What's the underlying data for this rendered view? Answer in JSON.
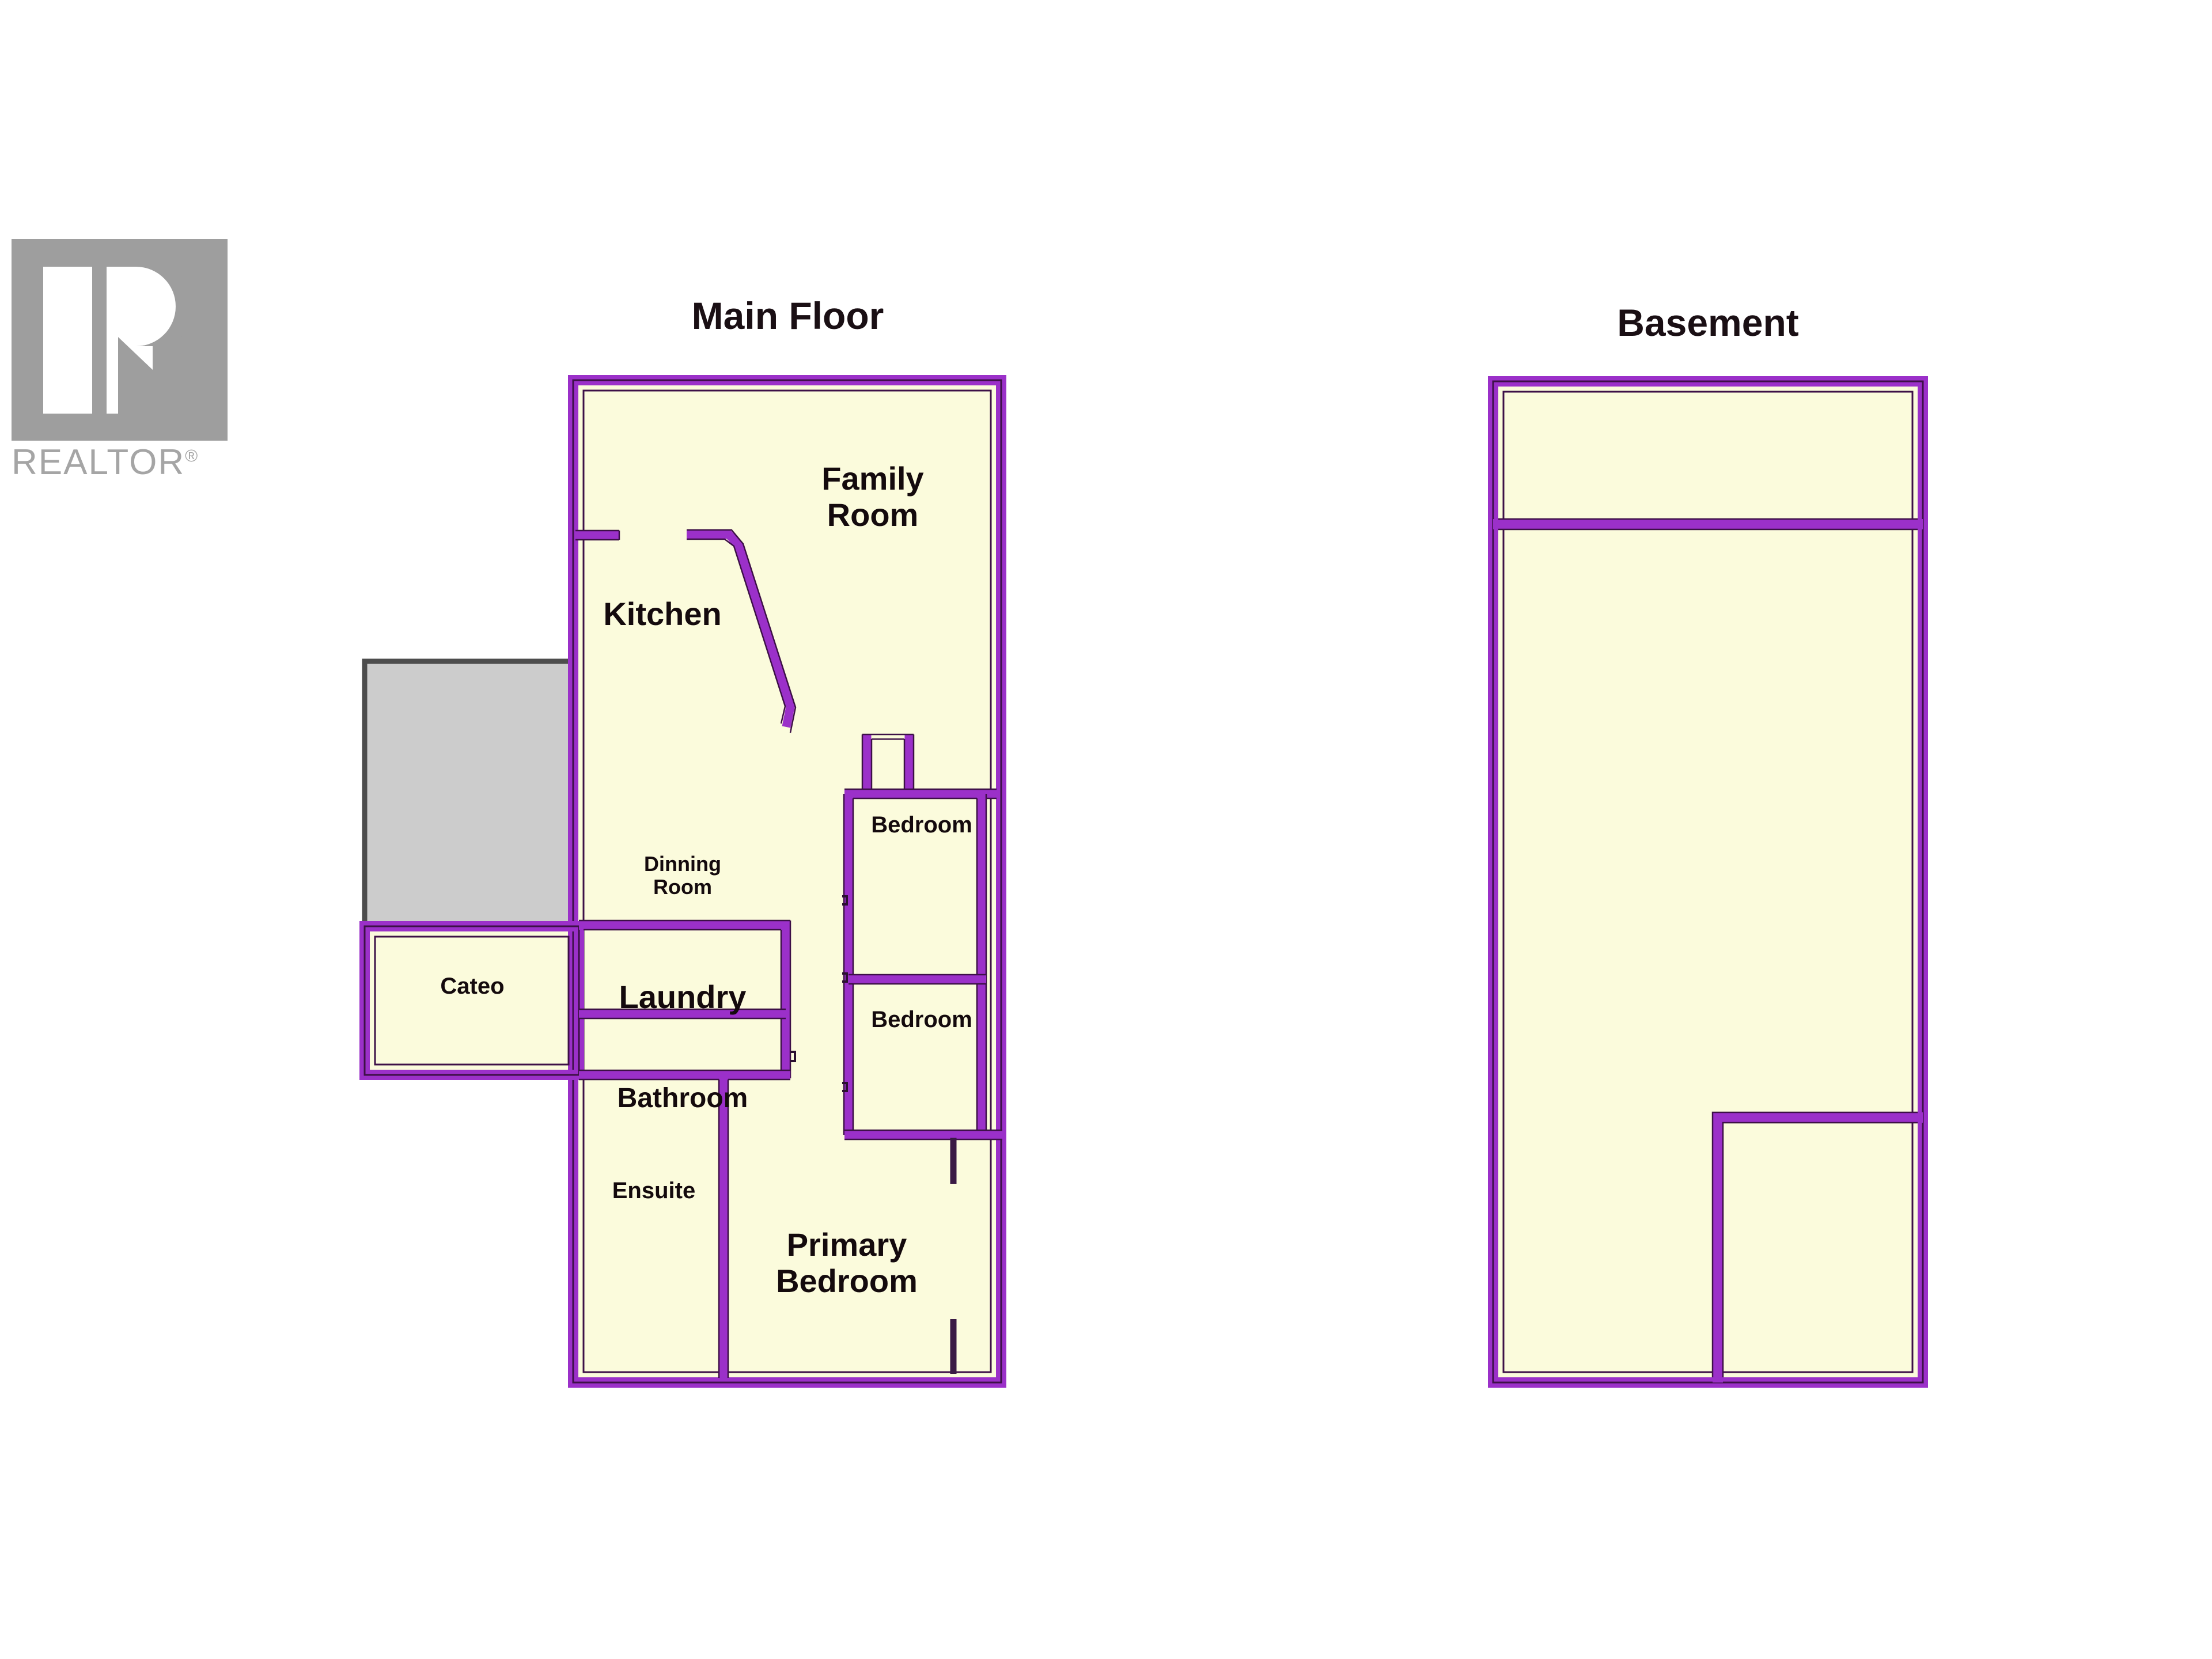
{
  "document": {
    "type": "real-estate-floor-plan",
    "background_color": "#ffffff"
  },
  "logo": {
    "name": "REALTOR",
    "wordmark": "REALTOR",
    "registered_symbol": "®",
    "color": "#9e9e9e"
  },
  "colors": {
    "wall": "#9b30c9",
    "wall_outline": "#3d1047",
    "room_fill": "#fbfbdc",
    "garage_fill": "#cccccc",
    "garage_wall": "#4d4d4d",
    "label_text": "#140a0d"
  },
  "plans": [
    {
      "id": "main-floor",
      "title": "Main Floor",
      "rooms": [
        {
          "id": "family-room",
          "label": "Family\nRoom",
          "size": "lg"
        },
        {
          "id": "kitchen",
          "label": "Kitchen",
          "size": "lg"
        },
        {
          "id": "dinning-room",
          "label": "Dinning\nRoom",
          "size": "xs"
        },
        {
          "id": "bedroom-upper",
          "label": "Bedroom",
          "size": "sm"
        },
        {
          "id": "bedroom-lower",
          "label": "Bedroom",
          "size": "sm"
        },
        {
          "id": "laundry",
          "label": "Laundry",
          "size": "lg"
        },
        {
          "id": "bathroom",
          "label": "Bathroom",
          "size": "md"
        },
        {
          "id": "ensuite",
          "label": "Ensuite",
          "size": "sm"
        },
        {
          "id": "primary-bedroom",
          "label": "Primary\nBedroom",
          "size": "lg"
        },
        {
          "id": "cateo",
          "label": "Cateo",
          "size": "sm"
        },
        {
          "id": "garage",
          "label": "",
          "size": "sm"
        }
      ]
    },
    {
      "id": "basement",
      "title": "Basement",
      "rooms": [
        {
          "id": "basement-upper-room",
          "label": "",
          "size": "sm"
        },
        {
          "id": "basement-main-room",
          "label": "",
          "size": "sm"
        },
        {
          "id": "basement-lower-room",
          "label": "",
          "size": "sm"
        }
      ]
    }
  ]
}
